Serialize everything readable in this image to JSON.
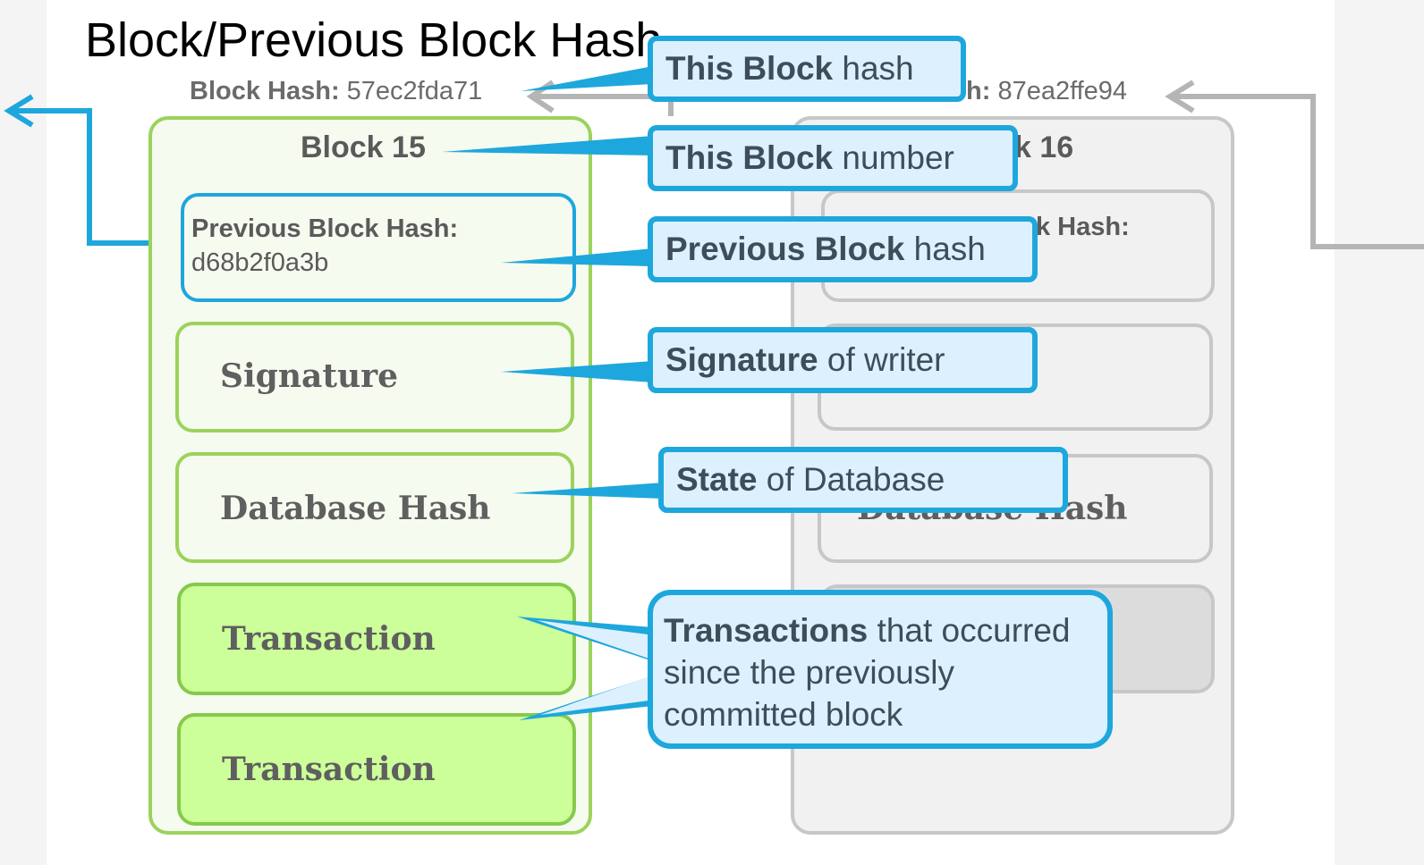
{
  "title": "Block/Previous Block Hash",
  "block15": {
    "hash_label": "Block Hash:",
    "hash_value": "57ec2fda71",
    "name": "Block 15",
    "prev_hash_label": "Previous Block Hash:",
    "prev_hash_value": "d68b2f0a3b",
    "signature": "Signature",
    "database_hash": "Database Hash",
    "transactions": [
      "Transaction",
      "Transaction"
    ]
  },
  "block16": {
    "hash_label_partial": "h:",
    "hash_value": "87ea2ffe94",
    "name_partial": "k 16",
    "prev_hash_partial": "k Hash:",
    "database_hash_partial": "Database Hash"
  },
  "callouts": {
    "this_block_hash": {
      "bold": "This Block",
      "rest": " hash"
    },
    "this_block_number": {
      "bold": "This Block",
      "rest": " number"
    },
    "previous_block_hash": {
      "bold": "Previous Block",
      "rest": " hash"
    },
    "signature_of_writer": {
      "bold": "Signature",
      "rest": " of writer"
    },
    "state_of_database": {
      "bold": "State",
      "rest": " of Database"
    },
    "transactions": {
      "bold": "Transactions",
      "rest": " that occurred since the previously committed block"
    }
  },
  "colors": {
    "callout_border": "#1ea7dc",
    "callout_fill": "#ddf0fd",
    "green_border": "#9bd35a",
    "transaction_fill": "#ccff99",
    "gray_border": "#c7c7c7"
  }
}
